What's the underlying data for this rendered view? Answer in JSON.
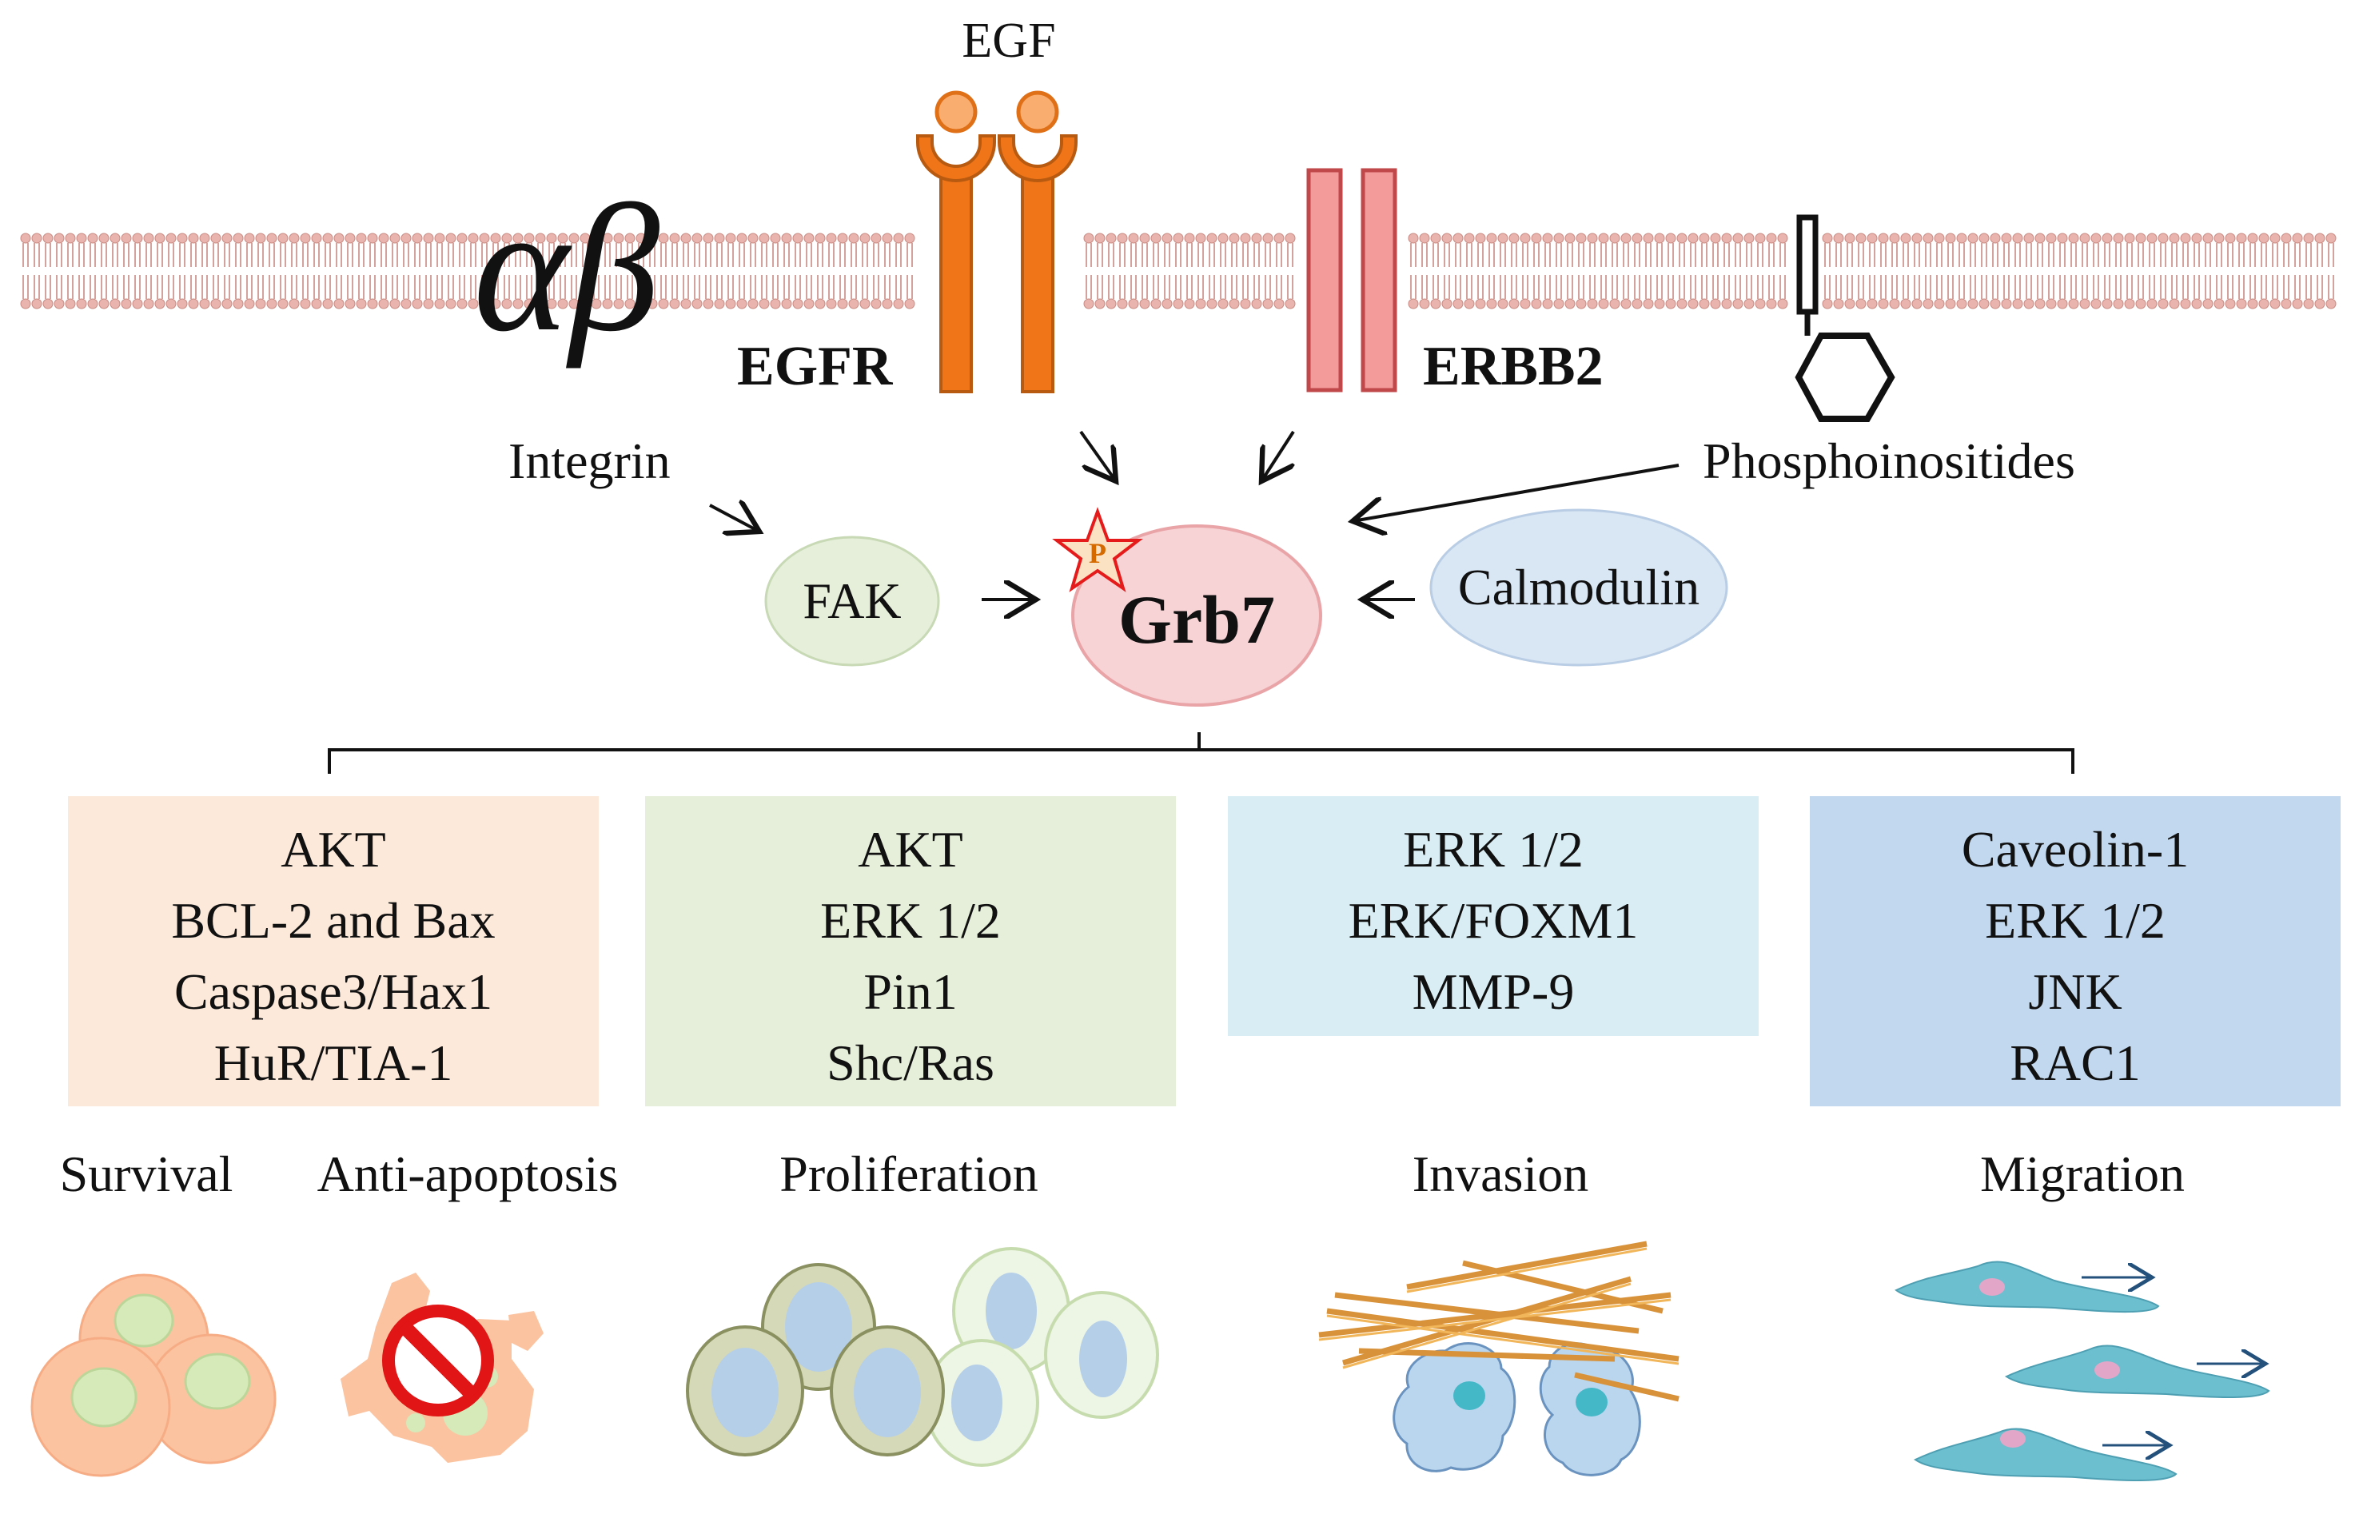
{
  "ligand": {
    "label": "EGF"
  },
  "membrane": {
    "integrin_symbol": "αβ",
    "egfr_label": "EGFR",
    "erbb2_label": "ERBB2"
  },
  "inputs": {
    "integrin_label": "Integrin",
    "phosphoinositides_label": "Phosphoinositides",
    "fak_label": "FAK",
    "calmodulin_label": "Calmodulin"
  },
  "center": {
    "label": "Grb7",
    "phospho_label": "P"
  },
  "pathways": [
    {
      "items": [
        "AKT",
        "BCL-2 and Bax",
        "Caspase3/Hax1",
        "HuR/TIA-1"
      ],
      "color": "#fde9da"
    },
    {
      "items": [
        "AKT",
        "ERK 1/2",
        "Pin1",
        "Shc/Ras"
      ],
      "color": "#e6efda"
    },
    {
      "items": [
        "ERK 1/2",
        "ERK/FOXM1",
        "MMP-9"
      ],
      "color": "#d9eef4"
    },
    {
      "items": [
        "Caveolin-1",
        "ERK 1/2",
        "JNK",
        "RAC1"
      ],
      "color": "#c2d8ee"
    }
  ],
  "outcomes": {
    "survival": "Survival",
    "anti_apoptosis": "Anti-apoptosis",
    "proliferation": "Proliferation",
    "invasion": "Invasion",
    "migration": "Migration"
  },
  "colors": {
    "egfr": "#f07519",
    "erbb2": "#f39a9a",
    "grb7": "#f7d3d6",
    "fak": "#e6efda",
    "calmodulin": "#d9e6f4",
    "lipid_head": "#e9b4ad"
  }
}
